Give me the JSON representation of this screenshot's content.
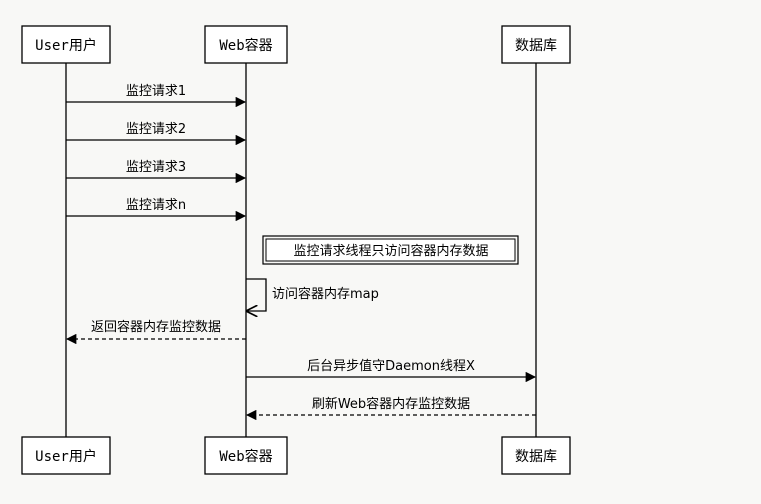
{
  "actors": {
    "user": "User用户",
    "web": "Web容器",
    "db": "数据库"
  },
  "messages": {
    "m1": "监控请求1",
    "m2": "监控请求2",
    "m3": "监控请求3",
    "m4": "监控请求n",
    "self": "访问容器内存map",
    "ret": "返回容器内存监控数据",
    "daemon": "后台异步值守Daemon线程X",
    "refresh": "刷新Web容器内存监控数据"
  },
  "note": "监控请求线程只访问容器内存数据"
}
